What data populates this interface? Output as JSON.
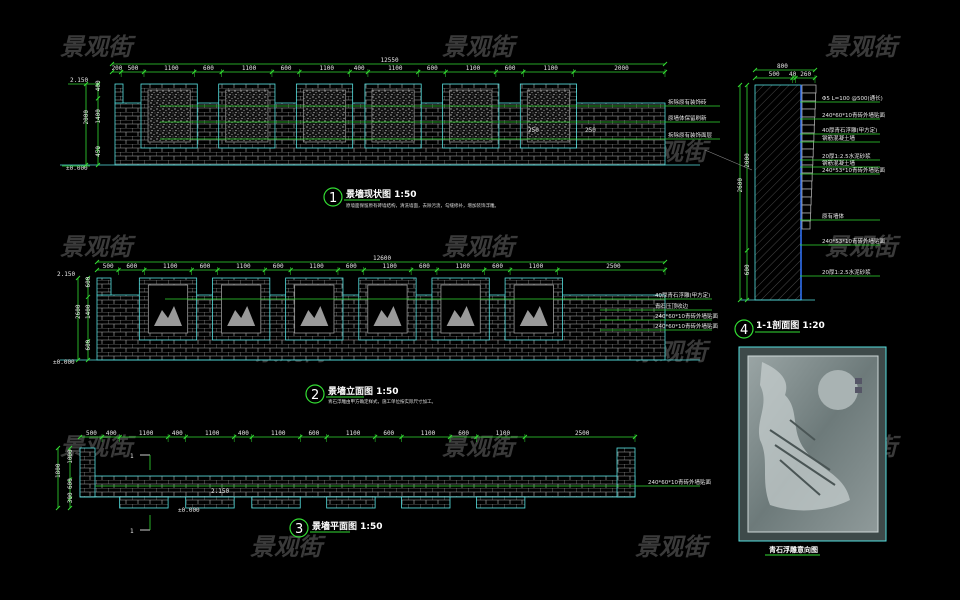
{
  "watermark": "景观街",
  "colors": {
    "background": "#000000",
    "dimension": "#33dd33",
    "outline": "#55e0e0",
    "brick": "#b8b8b8",
    "text": "#e8e8e8",
    "watermark": "#3a3a3a"
  },
  "elevation1": {
    "title": "景墙现状图 1:50",
    "number": "1",
    "note": "原墙面保留原有砖墙结构，清洗墙面，去除污渍，勾缝修补，增加装饰浮雕。",
    "total": "12550",
    "dims": [
      "200",
      "500",
      "1100",
      "600",
      "1100",
      "600",
      "1100",
      "400",
      "1100",
      "600",
      "1100",
      "600",
      "1100",
      "2000"
    ],
    "vdims": [
      "400",
      "1400",
      "450"
    ],
    "vtotal": "2000",
    "top_level": "2.150",
    "ground_level": "±0.000",
    "inner": [
      "250",
      "250"
    ],
    "labels": [
      "拆除原有装饰砖",
      "原墙体保留刷新",
      "拆除原有装饰面层"
    ]
  },
  "elevation2": {
    "title": "景墙立面图 1:50",
    "number": "2",
    "note": "青石浮雕由甲方确定样式，施工单位按实际尺寸加工。",
    "total": "12600",
    "dims": [
      "500",
      "600",
      "1100",
      "600",
      "1100",
      "600",
      "1100",
      "600",
      "1100",
      "600",
      "1100",
      "600",
      "1100",
      "2500"
    ],
    "vdims": [
      "600",
      "1400",
      "600"
    ],
    "vtotal": "2600",
    "top_level": "2.150",
    "ground_level": "±0.000",
    "labels": [
      "40厚青石浮雕(甲方定)",
      "青石压顶收边",
      "240*60*10青砖外墙贴面",
      "240*60*10青砖外墙贴面"
    ]
  },
  "plan3": {
    "title": "景墙平面图 1:50",
    "number": "3",
    "dims": [
      "500",
      "400",
      "1100",
      "400",
      "1100",
      "400",
      "1100",
      "600",
      "1100",
      "600",
      "1100",
      "600",
      "1100",
      "2500"
    ],
    "vdims": [
      "1000",
      "600",
      "300"
    ],
    "vtotal": "1800",
    "level": "2.150",
    "ground_level": "±0.000",
    "section_mark": "1",
    "label": "240*60*10青砖外墙贴面"
  },
  "section4": {
    "title": "1-1剖面图 1:20",
    "number": "4",
    "top_dims": [
      "500",
      "40",
      "260"
    ],
    "top_total": "800",
    "vdims": [
      "2000",
      "600"
    ],
    "vtotal": "2600",
    "labels": [
      "Φ5 L=100 @500(通长)",
      "240*60*10青砖外墙贴面",
      "40厚青石浮雕(甲方定)",
      "钢筋混凝土墙",
      "20厚1:2.5水泥砂浆",
      "钢筋混凝土墙",
      "240*53*10青砖外墙贴面",
      "原有墙体",
      "240*53*10青砖外墙贴面",
      "20厚1:2.5水泥砂浆"
    ]
  },
  "relief": {
    "caption": "青石浮雕意向图"
  }
}
